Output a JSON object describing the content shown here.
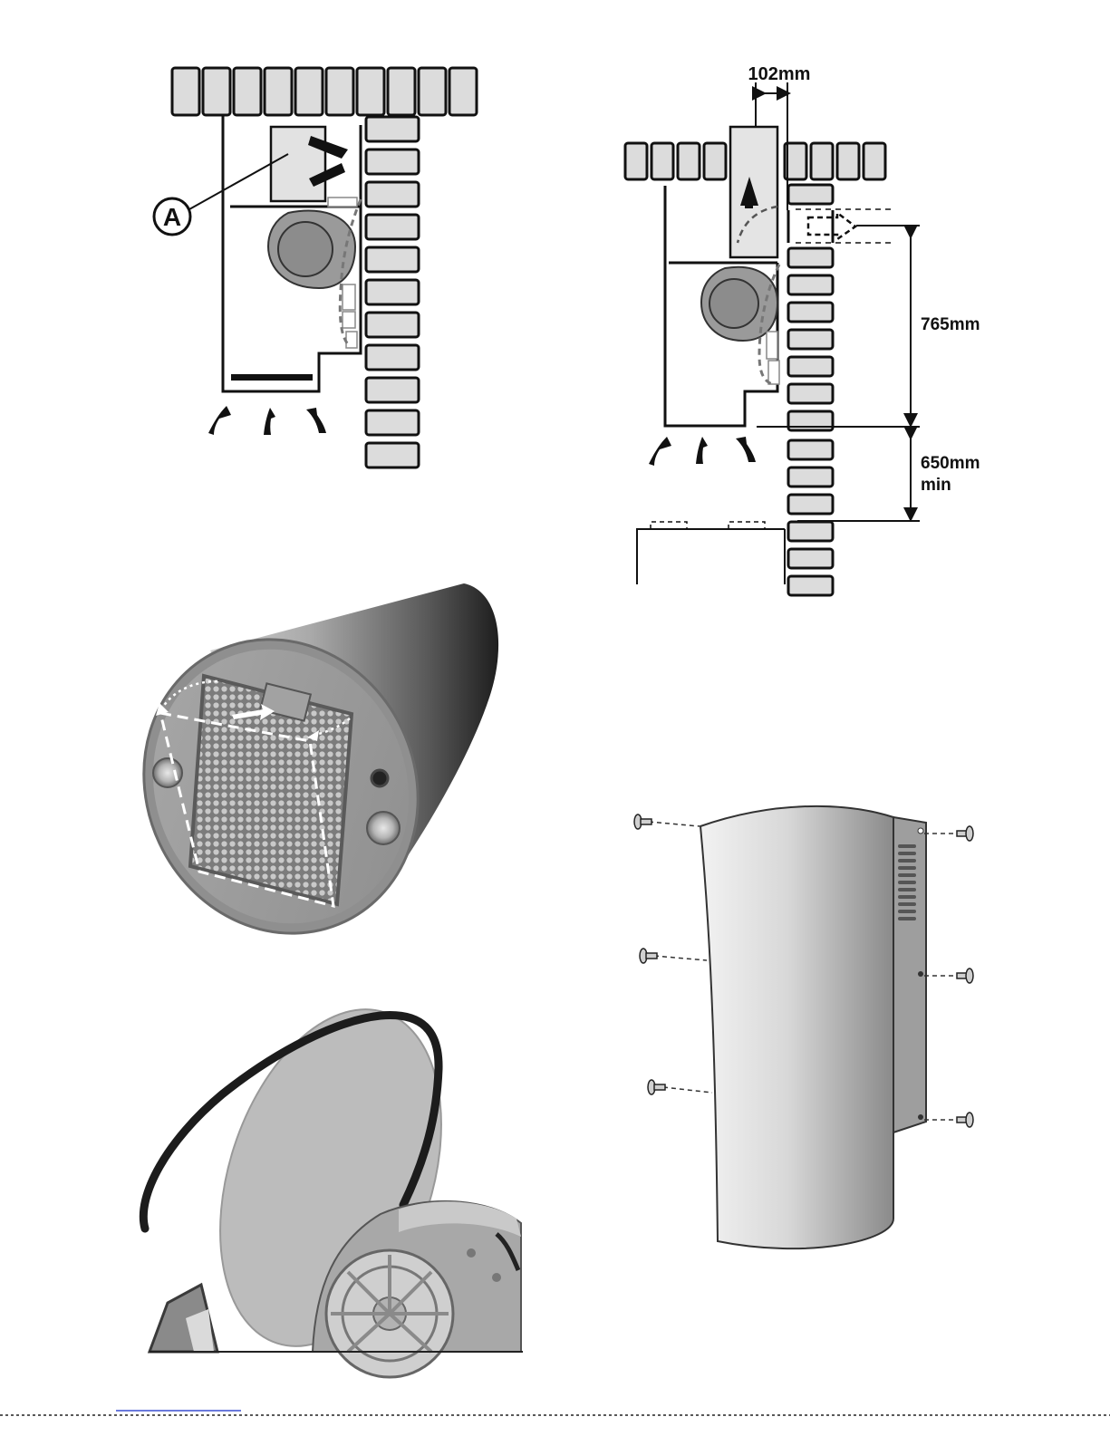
{
  "diagram1": {
    "callout_label": "A"
  },
  "diagram2": {
    "dim_top": "102mm",
    "dim_height": "765mm",
    "dim_clearance_line1": "650mm",
    "dim_clearance_line2": "min"
  },
  "colors": {
    "brick_fill": "#dcdcdc",
    "fan_fill": "#9a9a9a",
    "line": "#111111",
    "link_underline": "#3a4fd0"
  }
}
